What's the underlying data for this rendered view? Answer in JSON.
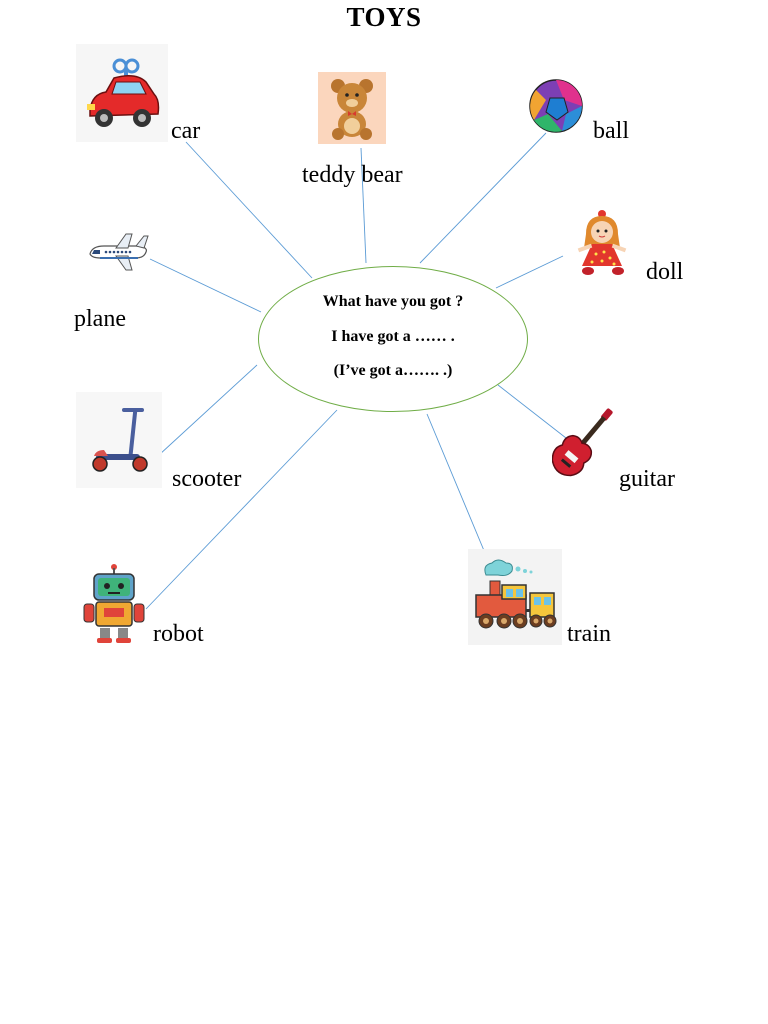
{
  "title": "TOYS",
  "center": {
    "line1": "What have you got  ?",
    "line2": "I have got  a …… .",
    "line3": "(I’ve got a……. .)"
  },
  "toys": {
    "car": "car",
    "teddy_bear": "teddy bear",
    "ball": "ball",
    "plane": "plane",
    "doll": "doll",
    "scooter": "scooter",
    "guitar": "guitar",
    "robot": "robot",
    "train": "train"
  },
  "colors": {
    "bubble_border": "#70ad47",
    "connector": "#5b9bd5"
  },
  "icons": [
    "toy-car-icon",
    "teddy-bear-icon",
    "ball-icon",
    "plane-icon",
    "doll-icon",
    "scooter-icon",
    "guitar-icon",
    "robot-icon",
    "train-icon"
  ]
}
